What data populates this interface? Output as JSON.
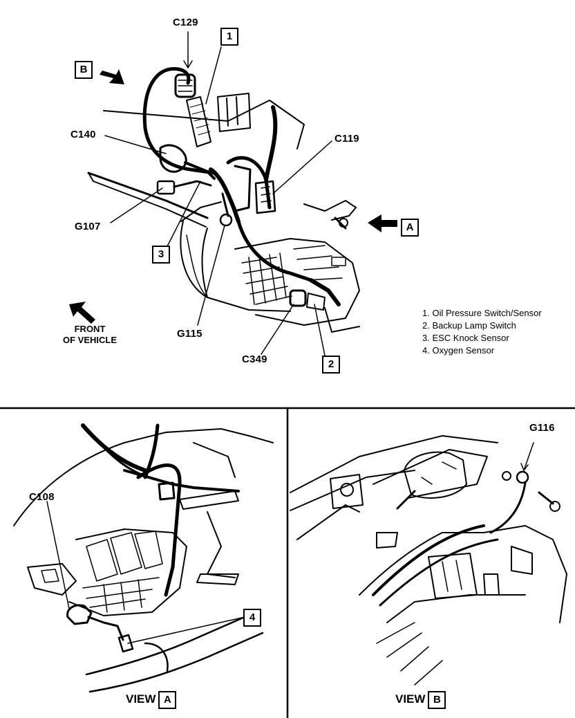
{
  "main_view": {
    "connectors": {
      "c129": "C129",
      "c140": "C140",
      "c119": "C119",
      "g107": "G107",
      "g115": "G115",
      "c349": "C349"
    },
    "callouts": {
      "one": "1",
      "two": "2",
      "three": "3"
    },
    "view_refs": {
      "a": "A",
      "b": "B"
    },
    "front_label_line1": "FRONT",
    "front_label_line2": "OF VEHICLE"
  },
  "legend": {
    "items": [
      "1. Oil Pressure Switch/Sensor",
      "2. Backup Lamp Switch",
      "3. ESC Knock Sensor",
      "4. Oxygen Sensor"
    ]
  },
  "view_a": {
    "title": "VIEW",
    "letter": "A",
    "connector": "C108",
    "callout": "4"
  },
  "view_b": {
    "title": "VIEW",
    "letter": "B",
    "ground": "G116"
  }
}
